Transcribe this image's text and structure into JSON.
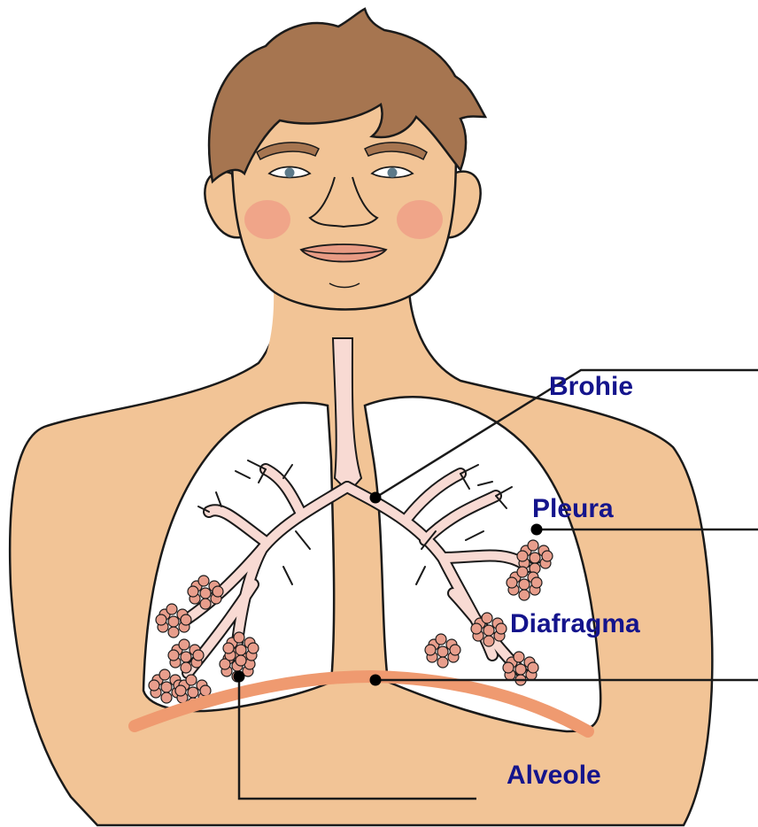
{
  "labels": {
    "bronchi": "Brohie",
    "pleura": "Pleura",
    "diaphragm": "Diafragma",
    "alveoli": "Alveole"
  },
  "colors": {
    "label": "#14148c",
    "skin": "#f2c496",
    "outline": "#1a1a1a",
    "hair": "#a67550",
    "lung_fill": "#ffffff",
    "bronchi_fill": "#f8dad3",
    "alveoli_fill": "#e89e8c",
    "diaphragm": "#ef9a70",
    "cheek": "#ef8d80",
    "lips": "#e89b84",
    "pointer_dot": "#000000"
  }
}
